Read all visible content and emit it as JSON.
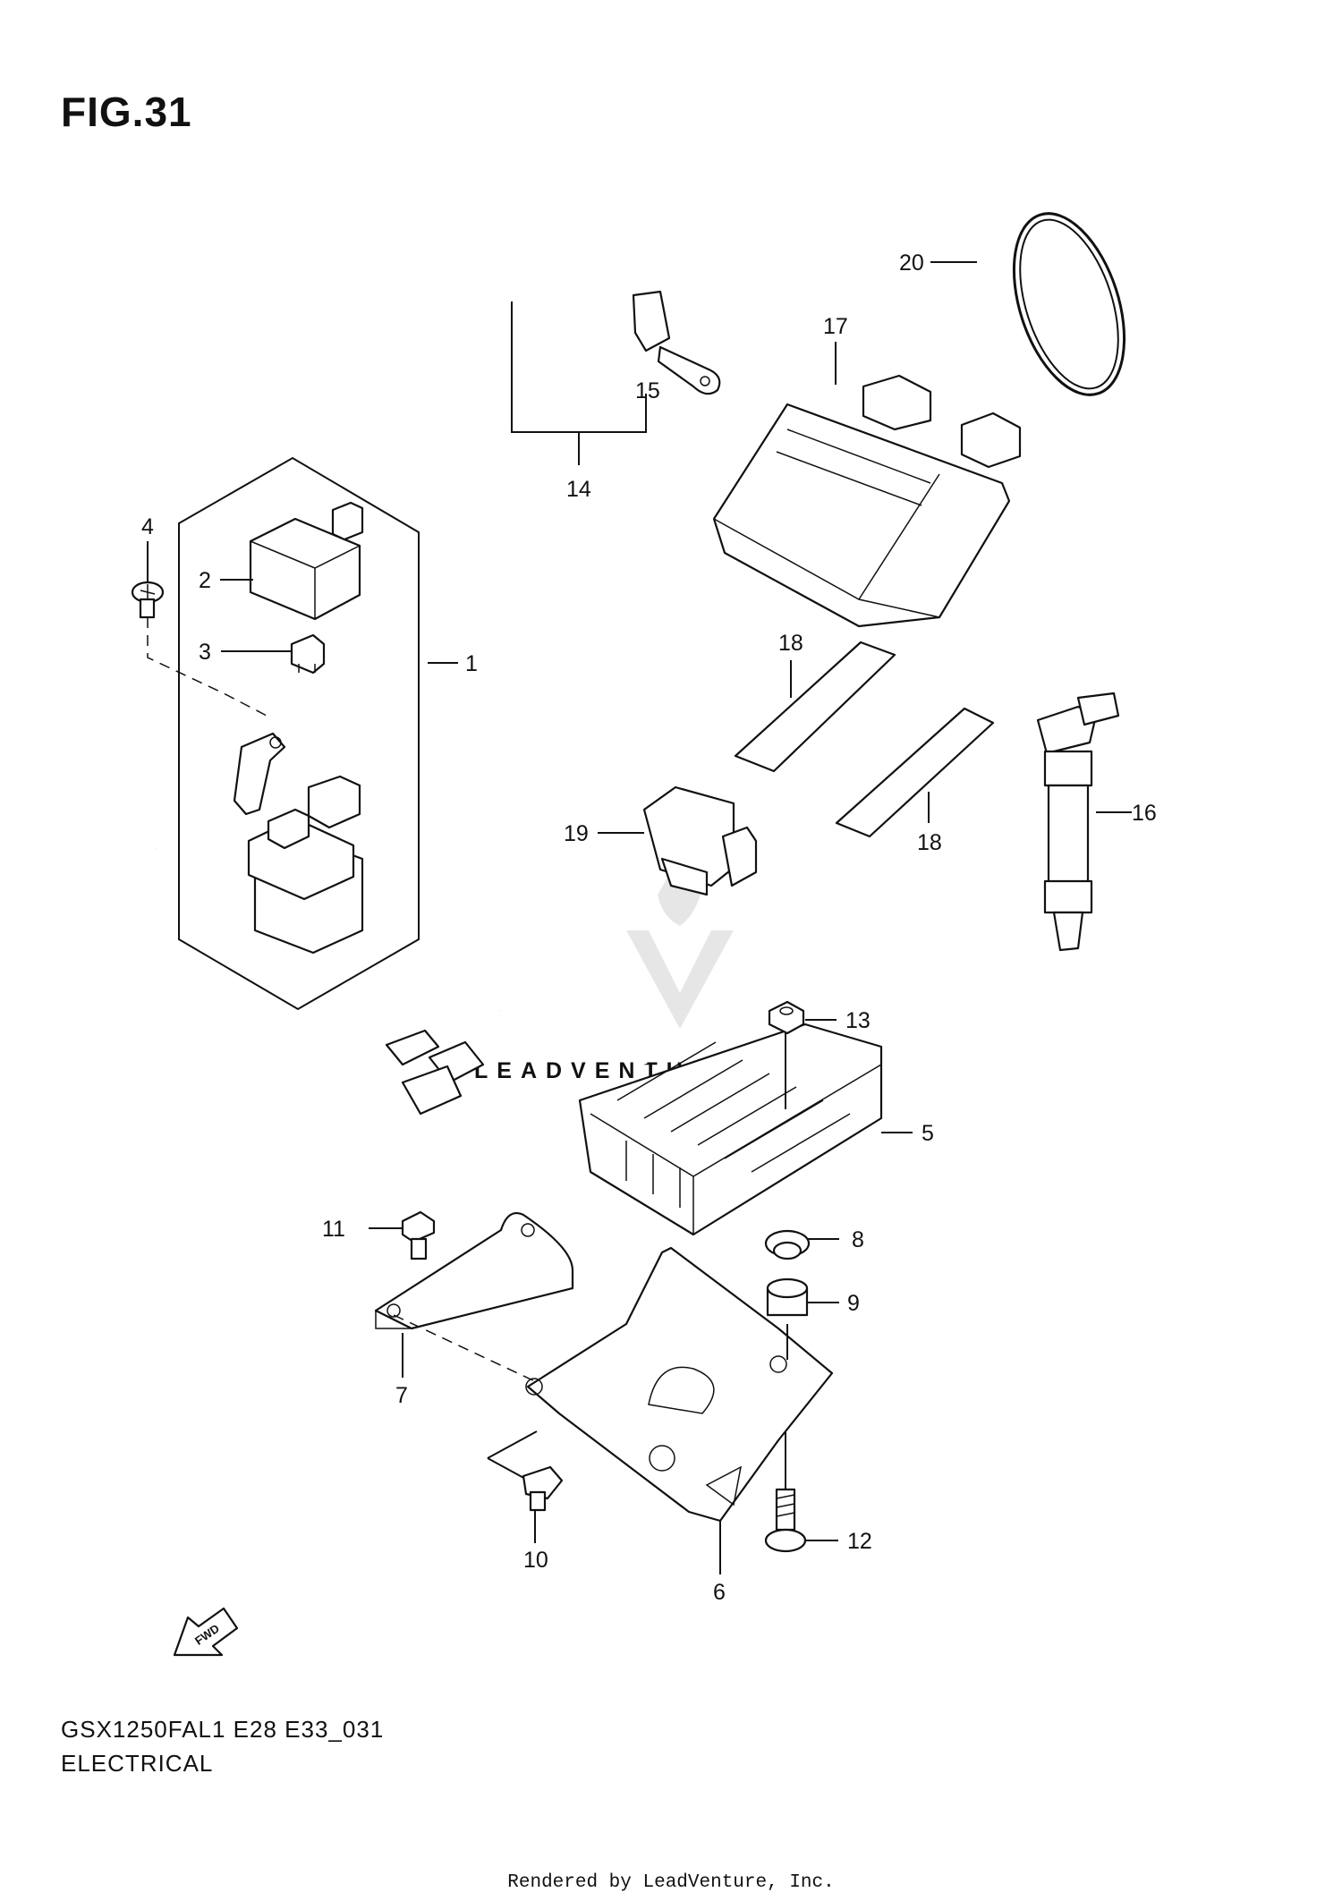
{
  "figure_title": "FIG.31",
  "footer": {
    "model": "GSX1250FAL1 E28 E33_031",
    "section": "ELECTRICAL",
    "rendered_by": "Rendered by LeadVenture, Inc."
  },
  "callouts": [
    "1",
    "2",
    "3",
    "4",
    "5",
    "6",
    "7",
    "8",
    "9",
    "10",
    "11",
    "12",
    "13",
    "14",
    "15",
    "16",
    "17",
    "18",
    "18",
    "19",
    "20"
  ],
  "fwd_label": "FWD"
}
